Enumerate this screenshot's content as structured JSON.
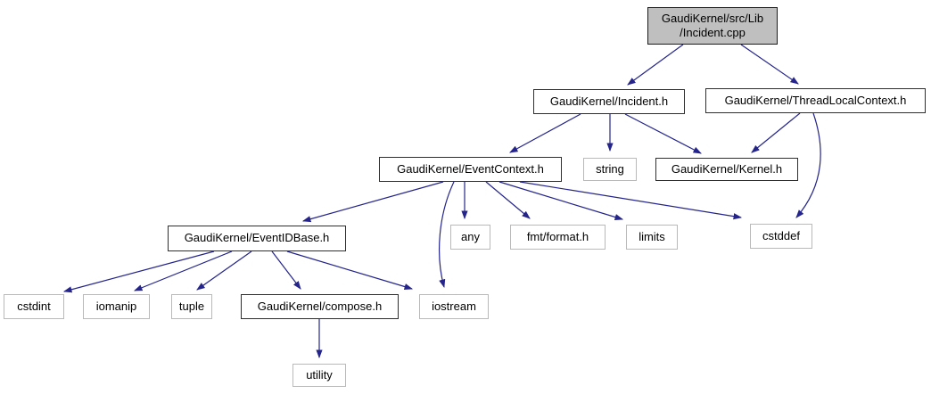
{
  "diagram": {
    "kind": "include-dependency-graph",
    "root_file": "GaudiKernel/src/Lib/Incident.cpp",
    "colors": {
      "edge": "#24248c",
      "main_node_fill": "#bfbfbf",
      "node_fill": "#ffffff",
      "linked_border": "#2e2e2e",
      "external_border": "#b9b9b9",
      "background": "#ffffff"
    },
    "nodes": [
      {
        "id": "incident-cpp",
        "label": "GaudiKernel/src/Lib\n/Incident.cpp",
        "kind": "main"
      },
      {
        "id": "incident-h",
        "label": "GaudiKernel/Incident.h",
        "kind": "linked"
      },
      {
        "id": "threadlocalcontext-h",
        "label": "GaudiKernel/ThreadLocalContext.h",
        "kind": "linked"
      },
      {
        "id": "eventcontext-h",
        "label": "GaudiKernel/EventContext.h",
        "kind": "linked"
      },
      {
        "id": "string",
        "label": "string",
        "kind": "external"
      },
      {
        "id": "kernel-h",
        "label": "GaudiKernel/Kernel.h",
        "kind": "linked"
      },
      {
        "id": "eventidbase-h",
        "label": "GaudiKernel/EventIDBase.h",
        "kind": "linked"
      },
      {
        "id": "any",
        "label": "any",
        "kind": "external"
      },
      {
        "id": "fmt-format-h",
        "label": "fmt/format.h",
        "kind": "external"
      },
      {
        "id": "limits",
        "label": "limits",
        "kind": "external"
      },
      {
        "id": "cstddef",
        "label": "cstddef",
        "kind": "external"
      },
      {
        "id": "cstdint",
        "label": "cstdint",
        "kind": "external"
      },
      {
        "id": "iomanip",
        "label": "iomanip",
        "kind": "external"
      },
      {
        "id": "tuple",
        "label": "tuple",
        "kind": "external"
      },
      {
        "id": "compose-h",
        "label": "GaudiKernel/compose.h",
        "kind": "linked"
      },
      {
        "id": "iostream",
        "label": "iostream",
        "kind": "external"
      },
      {
        "id": "utility",
        "label": "utility",
        "kind": "external"
      }
    ],
    "edges": [
      {
        "from": "incident-cpp",
        "to": "incident-h"
      },
      {
        "from": "incident-cpp",
        "to": "threadlocalcontext-h"
      },
      {
        "from": "incident-h",
        "to": "eventcontext-h"
      },
      {
        "from": "incident-h",
        "to": "string"
      },
      {
        "from": "incident-h",
        "to": "kernel-h"
      },
      {
        "from": "threadlocalcontext-h",
        "to": "kernel-h"
      },
      {
        "from": "threadlocalcontext-h",
        "to": "cstddef"
      },
      {
        "from": "eventcontext-h",
        "to": "eventidbase-h"
      },
      {
        "from": "eventcontext-h",
        "to": "any"
      },
      {
        "from": "eventcontext-h",
        "to": "fmt-format-h"
      },
      {
        "from": "eventcontext-h",
        "to": "limits"
      },
      {
        "from": "eventcontext-h",
        "to": "cstddef"
      },
      {
        "from": "eventcontext-h",
        "to": "iostream"
      },
      {
        "from": "eventidbase-h",
        "to": "cstdint"
      },
      {
        "from": "eventidbase-h",
        "to": "iomanip"
      },
      {
        "from": "eventidbase-h",
        "to": "tuple"
      },
      {
        "from": "eventidbase-h",
        "to": "compose-h"
      },
      {
        "from": "eventidbase-h",
        "to": "iostream"
      },
      {
        "from": "compose-h",
        "to": "utility"
      }
    ]
  }
}
